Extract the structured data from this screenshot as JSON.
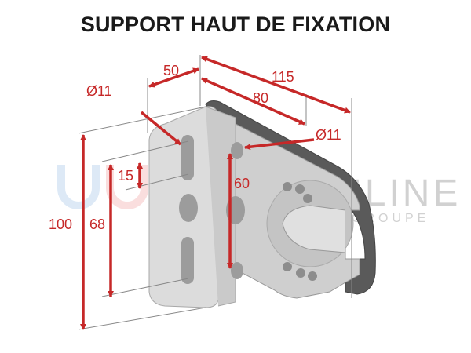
{
  "title": "SUPPORT HAUT DE FIXATION",
  "watermark": {
    "brand": "USINEONLINE",
    "sub": "GROUPE"
  },
  "dimensions": {
    "width_front": "50",
    "length_total": "115",
    "length_mid": "80",
    "hole_left": "Ø11",
    "hole_right": "Ø11",
    "slot": "15",
    "hole_spacing": "60",
    "height_total": "100",
    "height_slots": "68"
  },
  "colors": {
    "dimension": "#c62828",
    "part": "#d9d9d9",
    "title": "#1a1a1a"
  }
}
